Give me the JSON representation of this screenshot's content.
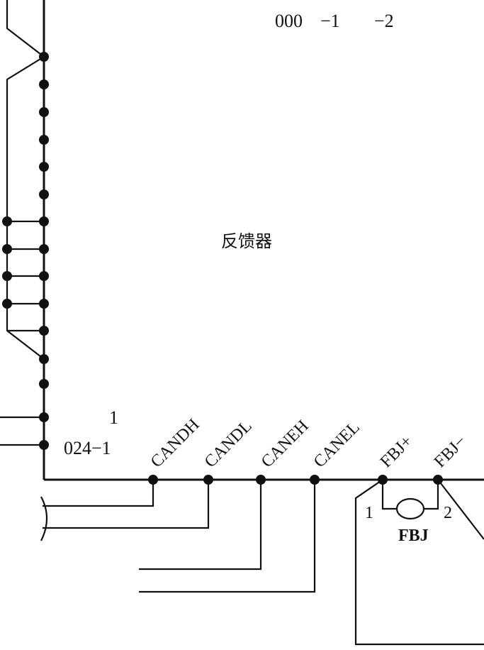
{
  "header_fragments": {
    "frag1": "000",
    "frag2": "−1",
    "frag3": "−2"
  },
  "center_label": "反馈器",
  "left_pins": {
    "pin_1": "1",
    "pin_024": "024−1"
  },
  "bus_labels": [
    "CANDH",
    "CANDL",
    "CANEH",
    "CANEL",
    "FBJ+",
    "FBJ−"
  ],
  "fbj": {
    "name": "FBJ",
    "terminal_1": "1",
    "terminal_2": "2"
  },
  "colors": {
    "ink": "#111111",
    "background": "#ffffff"
  }
}
